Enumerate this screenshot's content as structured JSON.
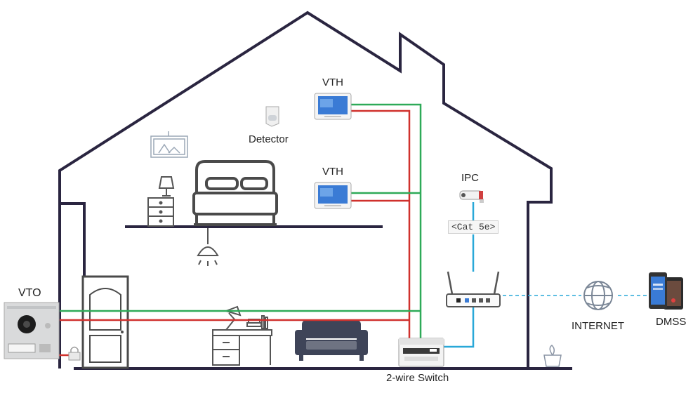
{
  "labels": {
    "vth_top": "VTH",
    "vth_mid": "VTH",
    "detector": "Detector",
    "ipc": "IPC",
    "cable": "<Cat 5e>",
    "vto": "VTO",
    "internet": "INTERNET",
    "dmss": "DMSS",
    "switch": "2-wire Switch"
  },
  "colors": {
    "house_outline": "#2a2540",
    "red_wire": "#d0312d",
    "green_wire": "#2eaa58",
    "network_cable": "#29a8d8",
    "device_screen": "#3a7bd5"
  }
}
